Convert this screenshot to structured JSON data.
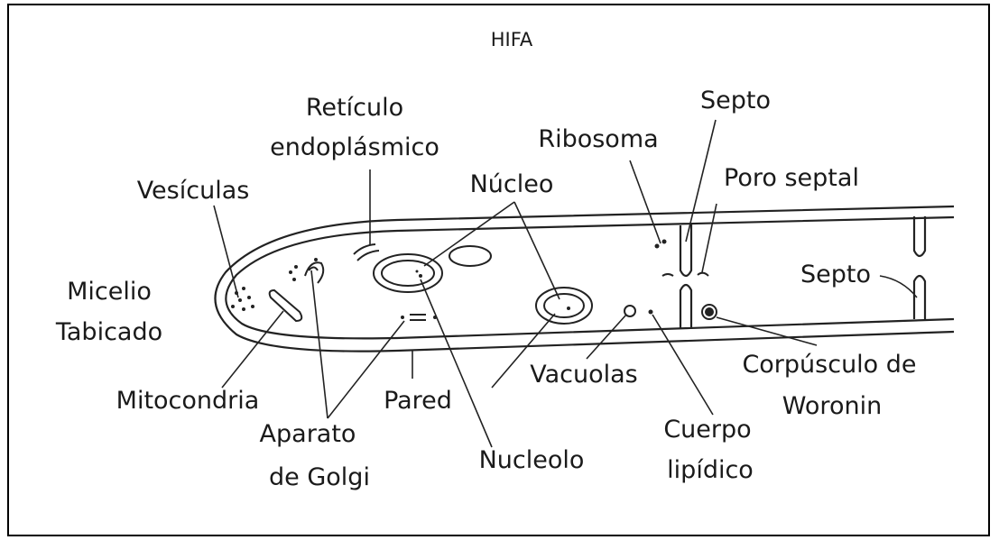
{
  "title": "HIFA",
  "labels": {
    "reticulo_1": "Retículo",
    "reticulo_2": "endoplásmico",
    "vesiculas": "Vesículas",
    "micelio_1": "Micelio",
    "micelio_2": "Tabicado",
    "mitocondria": "Mitocondria",
    "golgi_1": "Aparato",
    "golgi_2": "de Golgi",
    "pared": "Pared",
    "nucleo": "Núcleo",
    "nucleolo": "Nucleolo",
    "ribosoma": "Ribosoma",
    "vacuolas": "Vacuolas",
    "cuerpo_1": "Cuerpo",
    "cuerpo_2": "lipídico",
    "septo_top": "Septo",
    "poro_septal": "Poro septal",
    "septo_right": "Septo",
    "woronin_1": "Corpúsculo de",
    "woronin_2": "Woronin"
  }
}
